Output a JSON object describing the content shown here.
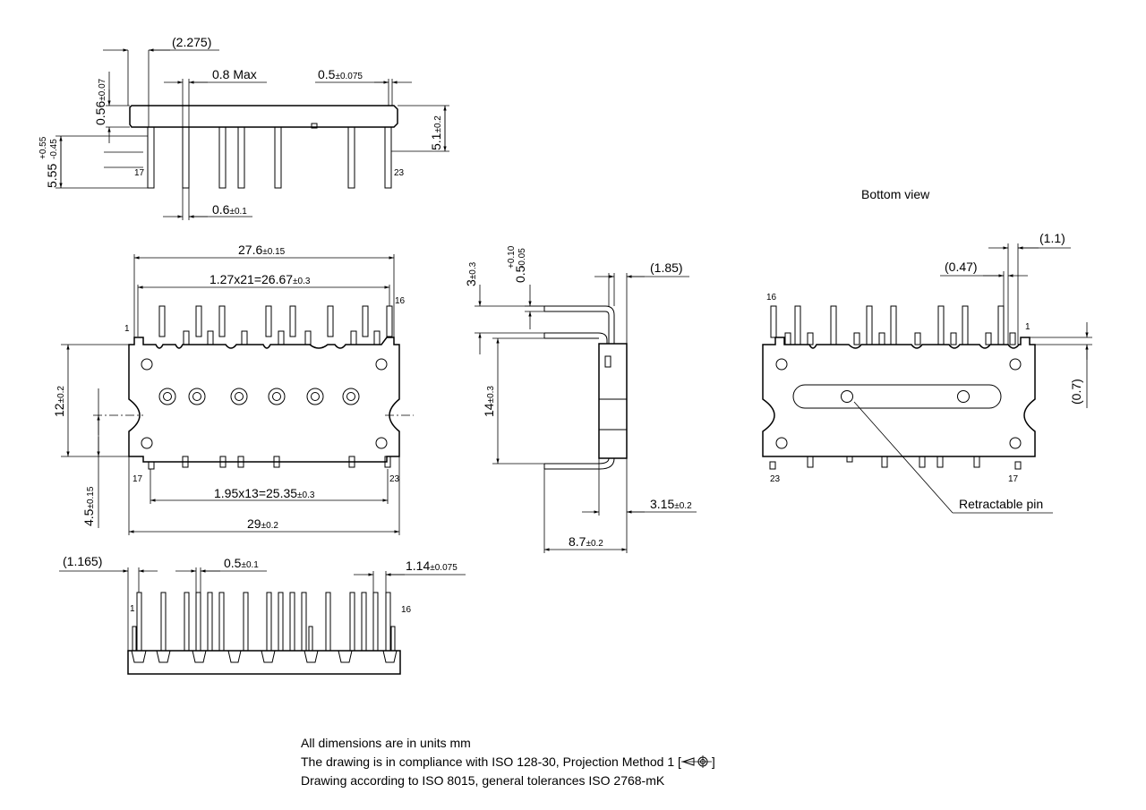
{
  "top_view": {
    "dim_2275": "(2.275)",
    "dim_08max": "0.8 Max",
    "dim_05_val": "0.5",
    "dim_05_tol": "±0.075",
    "dim_056_val": "0.56",
    "dim_056_tol": "±0.07",
    "dim_51_val": "5.1",
    "dim_51_tol": "±0.2",
    "dim_555_val": "5.55",
    "dim_555_tol_plus": "+0.55",
    "dim_555_tol_minus": "-0.45",
    "dim_06_val": "0.6",
    "dim_06_tol": "±0.1",
    "pin_17": "17",
    "pin_23": "23"
  },
  "front_view": {
    "dim_276_val": "27.6",
    "dim_276_tol": "±0.15",
    "dim_127_val": "1.27x21=26.67",
    "dim_127_tol": "±0.3",
    "dim_12_val": "12",
    "dim_12_tol": "±0.2",
    "dim_45_val": "4.5",
    "dim_45_tol": "±0.15",
    "dim_195_val": "1.95x13=25.35",
    "dim_195_tol": "±0.3",
    "dim_29_val": "29",
    "dim_29_tol": "±0.2",
    "pin_1": "1",
    "pin_16": "16",
    "pin_17": "17",
    "pin_23": "23"
  },
  "side_view": {
    "dim_3_val": "3",
    "dim_3_tol": "±0.3",
    "dim_05_val": "0.5",
    "dim_05_tol_plus": "+0.10",
    "dim_05_tol_minus": "-0.05",
    "dim_185": "(1.85)",
    "dim_14_val": "14",
    "dim_14_tol": "±0.3",
    "dim_315_val": "3.15",
    "dim_315_tol": "±0.2",
    "dim_87_val": "8.7",
    "dim_87_tol": "±0.2"
  },
  "bottom_strip": {
    "dim_1165": "(1.165)",
    "dim_05_val": "0.5",
    "dim_05_tol": "±0.1",
    "dim_114_val": "1.14",
    "dim_114_tol": "±0.075",
    "pin_1": "1",
    "pin_16": "16"
  },
  "bottom_view": {
    "title": "Bottom view",
    "dim_11": "(1.1)",
    "dim_047": "(0.47)",
    "dim_07": "(0.7)",
    "retractable_pin": "Retractable pin",
    "pin_16": "16",
    "pin_1": "1",
    "pin_23": "23",
    "pin_17": "17"
  },
  "notes": {
    "line1": "All dimensions are in units mm",
    "line2": "The drawing is in compliance with ISO 128-30, Projection Method 1 [",
    "line2_end": "]",
    "line3": "Drawing according to ISO 8015, general tolerances ISO 2768-mK"
  }
}
